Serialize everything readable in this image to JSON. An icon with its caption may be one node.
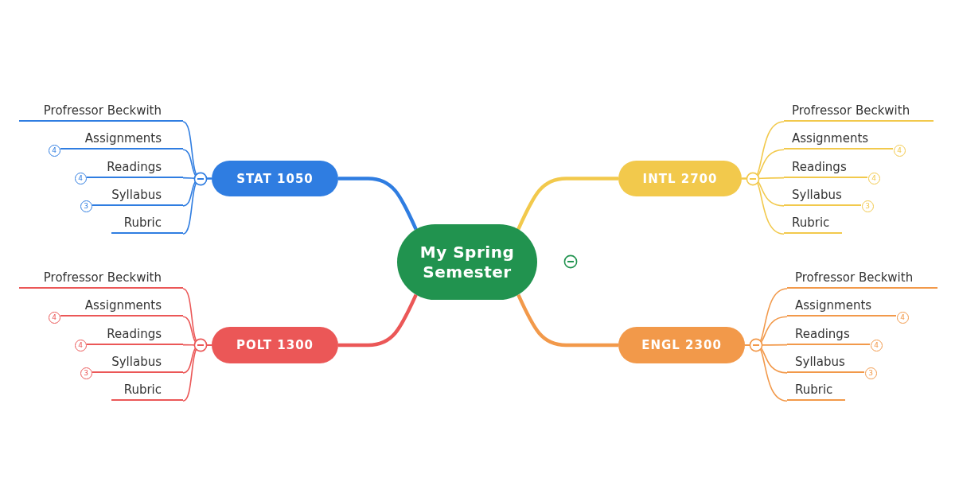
{
  "diagram": {
    "nodes": [
      {
        "text": [
          "My Spring Semester"
        ]
      },
      {
        "text": [
          "STAT 1050"
        ]
      },
      {
        "text": [
          "INTL 2700"
        ]
      },
      {
        "text": [
          "POLT 1300"
        ]
      },
      {
        "text": [
          "ENGL 2300"
        ]
      },
      {
        "text": [
          "Profressor Beckwith"
        ]
      },
      {
        "text": [
          "Assignments"
        ],
        "beside": [
          "4"
        ]
      },
      {
        "text": [
          "Readings"
        ],
        "beside": [
          "4"
        ]
      },
      {
        "text": [
          "Syllabus"
        ],
        "beside": [
          "3"
        ]
      },
      {
        "text": [
          "Rubric"
        ]
      },
      {
        "text": [
          "Profressor Beckwith"
        ]
      },
      {
        "text": [
          "Assignments"
        ],
        "beside": [
          "4"
        ]
      },
      {
        "text": [
          "Readings"
        ],
        "beside": [
          "4"
        ]
      },
      {
        "text": [
          "Syllabus"
        ],
        "beside": [
          "3"
        ]
      },
      {
        "text": [
          "Rubric"
        ]
      },
      {
        "text": [
          "Profressor Beckwith"
        ]
      },
      {
        "text": [
          "Assignments"
        ],
        "beside": [
          "4"
        ]
      },
      {
        "text": [
          "Readings"
        ],
        "beside": [
          "4"
        ]
      },
      {
        "text": [
          "Syllabus"
        ],
        "beside": [
          "3"
        ]
      },
      {
        "text": [
          "Rubric"
        ]
      },
      {
        "text": [
          "Profressor Beckwith"
        ]
      },
      {
        "text": [
          "Assignments"
        ],
        "beside": [
          "4"
        ]
      },
      {
        "text": [
          "Readings"
        ],
        "beside": [
          "4"
        ]
      },
      {
        "text": [
          "Syllabus"
        ],
        "beside": [
          "3"
        ]
      },
      {
        "text": [
          "Rubric"
        ]
      }
    ],
    "edges": [
      {
        "from": 0,
        "to": 1,
        "arrow": "none",
        "style": "thick",
        "color": "#2f7de1"
      },
      {
        "from": 0,
        "to": 2,
        "arrow": "none",
        "style": "thick",
        "color": "#f2c94c"
      },
      {
        "from": 0,
        "to": 3,
        "arrow": "none",
        "style": "thick",
        "color": "#eb5757"
      },
      {
        "from": 0,
        "to": 4,
        "arrow": "none",
        "style": "thick",
        "color": "#f2994a"
      },
      {
        "from": 1,
        "to": 5,
        "arrow": "none",
        "color": "#2f7de1"
      },
      {
        "from": 1,
        "to": 6,
        "arrow": "none",
        "color": "#2f7de1"
      },
      {
        "from": 1,
        "to": 7,
        "arrow": "none",
        "color": "#2f7de1"
      },
      {
        "from": 1,
        "to": 8,
        "arrow": "none",
        "color": "#2f7de1"
      },
      {
        "from": 1,
        "to": 9,
        "arrow": "none",
        "color": "#2f7de1"
      },
      {
        "from": 2,
        "to": 10,
        "arrow": "none",
        "color": "#f2c94c"
      },
      {
        "from": 2,
        "to": 11,
        "arrow": "none",
        "color": "#f2c94c"
      },
      {
        "from": 2,
        "to": 12,
        "arrow": "none",
        "color": "#f2c94c"
      },
      {
        "from": 2,
        "to": 13,
        "arrow": "none",
        "color": "#f2c94c"
      },
      {
        "from": 2,
        "to": 14,
        "arrow": "none",
        "color": "#f2c94c"
      },
      {
        "from": 3,
        "to": 15,
        "arrow": "none",
        "color": "#eb5757"
      },
      {
        "from": 3,
        "to": 16,
        "arrow": "none",
        "color": "#eb5757"
      },
      {
        "from": 3,
        "to": 17,
        "arrow": "none",
        "color": "#eb5757"
      },
      {
        "from": 3,
        "to": 18,
        "arrow": "none",
        "color": "#eb5757"
      },
      {
        "from": 3,
        "to": 19,
        "arrow": "none",
        "color": "#eb5757"
      },
      {
        "from": 4,
        "to": 20,
        "arrow": "none",
        "color": "#f2994a"
      },
      {
        "from": 4,
        "to": 21,
        "arrow": "none",
        "color": "#f2994a"
      },
      {
        "from": 4,
        "to": 22,
        "arrow": "none",
        "color": "#f2994a"
      },
      {
        "from": 4,
        "to": 23,
        "arrow": "none",
        "color": "#f2994a"
      },
      {
        "from": 4,
        "to": 24,
        "arrow": "none",
        "color": "#f2994a"
      }
    ]
  }
}
